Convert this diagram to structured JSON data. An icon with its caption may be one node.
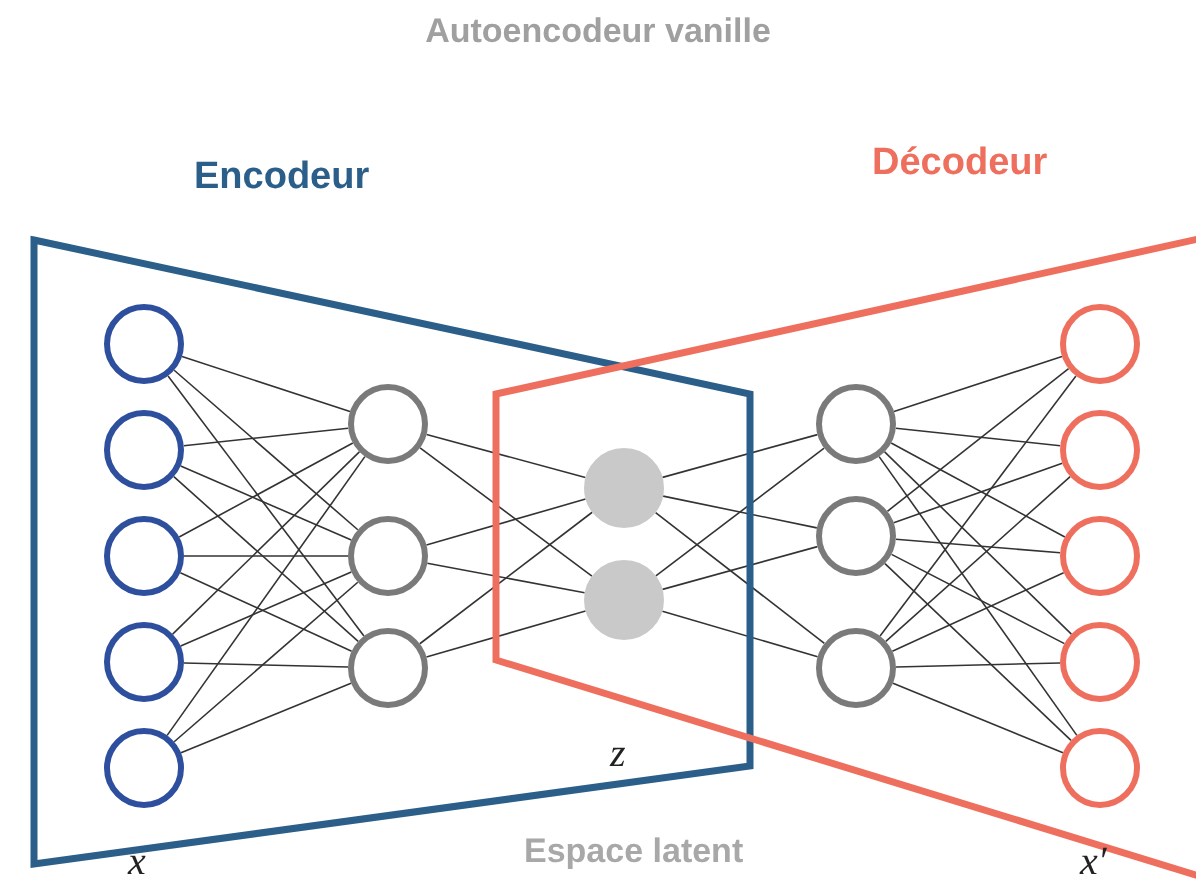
{
  "diagram": {
    "title": "Autoencodeur vanille",
    "nodes": [
      {
        "text": [
          "Encodeur"
        ]
      },
      {
        "text": [],
        "shape": "circle",
        "in": 0
      },
      {
        "text": [],
        "shape": "circle",
        "in": 0
      },
      {
        "text": [],
        "shape": "circle",
        "in": 0
      },
      {
        "text": [],
        "shape": "circle",
        "in": 0
      },
      {
        "text": [],
        "shape": "circle",
        "in": 0
      },
      {
        "text": [],
        "shape": "circle",
        "in": 0
      },
      {
        "text": [],
        "shape": "circle",
        "in": 0
      },
      {
        "text": [],
        "shape": "circle",
        "in": 0
      },
      {
        "text": [],
        "shape": "circle"
      },
      {
        "text": [],
        "shape": "circle"
      },
      {
        "text": [
          "Décodeur"
        ]
      },
      {
        "text": [],
        "shape": "circle",
        "in": 11
      },
      {
        "text": [],
        "shape": "circle",
        "in": 11
      },
      {
        "text": [],
        "shape": "circle",
        "in": 11
      },
      {
        "text": [],
        "shape": "circle",
        "in": 11
      },
      {
        "text": [],
        "shape": "circle",
        "in": 11
      },
      {
        "text": [],
        "shape": "circle",
        "in": 11
      },
      {
        "text": [],
        "shape": "circle",
        "in": 11
      },
      {
        "text": [],
        "shape": "circle",
        "in": 11
      }
    ],
    "edges": [
      {
        "from": 1,
        "to": 6,
        "arrow": "none"
      },
      {
        "from": 1,
        "to": 7,
        "arrow": "none"
      },
      {
        "from": 1,
        "to": 8,
        "arrow": "none"
      },
      {
        "from": 2,
        "to": 6,
        "arrow": "none"
      },
      {
        "from": 2,
        "to": 7,
        "arrow": "none"
      },
      {
        "from": 2,
        "to": 8,
        "arrow": "none"
      },
      {
        "from": 3,
        "to": 6,
        "arrow": "none"
      },
      {
        "from": 3,
        "to": 7,
        "arrow": "none"
      },
      {
        "from": 3,
        "to": 8,
        "arrow": "none"
      },
      {
        "from": 4,
        "to": 6,
        "arrow": "none"
      },
      {
        "from": 4,
        "to": 7,
        "arrow": "none"
      },
      {
        "from": 4,
        "to": 8,
        "arrow": "none"
      },
      {
        "from": 5,
        "to": 6,
        "arrow": "none"
      },
      {
        "from": 5,
        "to": 7,
        "arrow": "none"
      },
      {
        "from": 5,
        "to": 8,
        "arrow": "none"
      },
      {
        "from": 6,
        "to": 9,
        "arrow": "none"
      },
      {
        "from": 6,
        "to": 10,
        "arrow": "none"
      },
      {
        "from": 7,
        "to": 9,
        "arrow": "none"
      },
      {
        "from": 7,
        "to": 10,
        "arrow": "none"
      },
      {
        "from": 8,
        "to": 9,
        "arrow": "none"
      },
      {
        "from": 8,
        "to": 10,
        "arrow": "none"
      },
      {
        "from": 9,
        "to": 12,
        "arrow": "none"
      },
      {
        "from": 9,
        "to": 13,
        "arrow": "none"
      },
      {
        "from": 9,
        "to": 14,
        "arrow": "none"
      },
      {
        "from": 10,
        "to": 12,
        "arrow": "none"
      },
      {
        "from": 10,
        "to": 13,
        "arrow": "none"
      },
      {
        "from": 10,
        "to": 14,
        "arrow": "none"
      },
      {
        "from": 12,
        "to": 15,
        "arrow": "none"
      },
      {
        "from": 12,
        "to": 16,
        "arrow": "none"
      },
      {
        "from": 12,
        "to": 17,
        "arrow": "none"
      },
      {
        "from": 12,
        "to": 18,
        "arrow": "none"
      },
      {
        "from": 12,
        "to": 19,
        "arrow": "none"
      },
      {
        "from": 13,
        "to": 15,
        "arrow": "none"
      },
      {
        "from": 13,
        "to": 16,
        "arrow": "none"
      },
      {
        "from": 13,
        "to": 17,
        "arrow": "none"
      },
      {
        "from": 13,
        "to": 18,
        "arrow": "none"
      },
      {
        "from": 13,
        "to": 19,
        "arrow": "none"
      },
      {
        "from": 14,
        "to": 15,
        "arrow": "none"
      },
      {
        "from": 14,
        "to": 16,
        "arrow": "none"
      },
      {
        "from": 14,
        "to": 17,
        "arrow": "none"
      },
      {
        "from": 14,
        "to": 18,
        "arrow": "none"
      },
      {
        "from": 14,
        "to": 19,
        "arrow": "none"
      }
    ],
    "labels": [
      "z",
      "x",
      "Espace latent",
      "x′"
    ]
  }
}
